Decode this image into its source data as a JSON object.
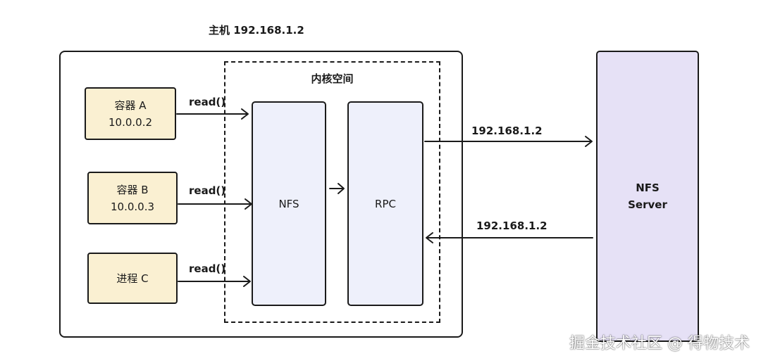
{
  "host": {
    "title": "主机 192.168.1.2"
  },
  "kernel": {
    "title": "内核空间",
    "nfs_label": "NFS",
    "rpc_label": "RPC"
  },
  "clients": [
    {
      "name": "容器 A",
      "ip": "10.0.0.2",
      "call": "read()"
    },
    {
      "name": "容器 B",
      "ip": "10.0.0.3",
      "call": "read()"
    },
    {
      "name": "进程 C",
      "ip": "",
      "call": "read()"
    }
  ],
  "links": {
    "outbound_ip": "192.168.1.2",
    "inbound_ip": "192.168.1.2"
  },
  "server": {
    "line1": "NFS",
    "line2": "Server"
  },
  "watermark": "掘金技术社区 @ 得物技术",
  "colors": {
    "client_fill": "#faf0d2",
    "kernel_box_fill": "#eef0fb",
    "server_fill": "#e6e1f6",
    "stroke": "#1a1a1a"
  }
}
